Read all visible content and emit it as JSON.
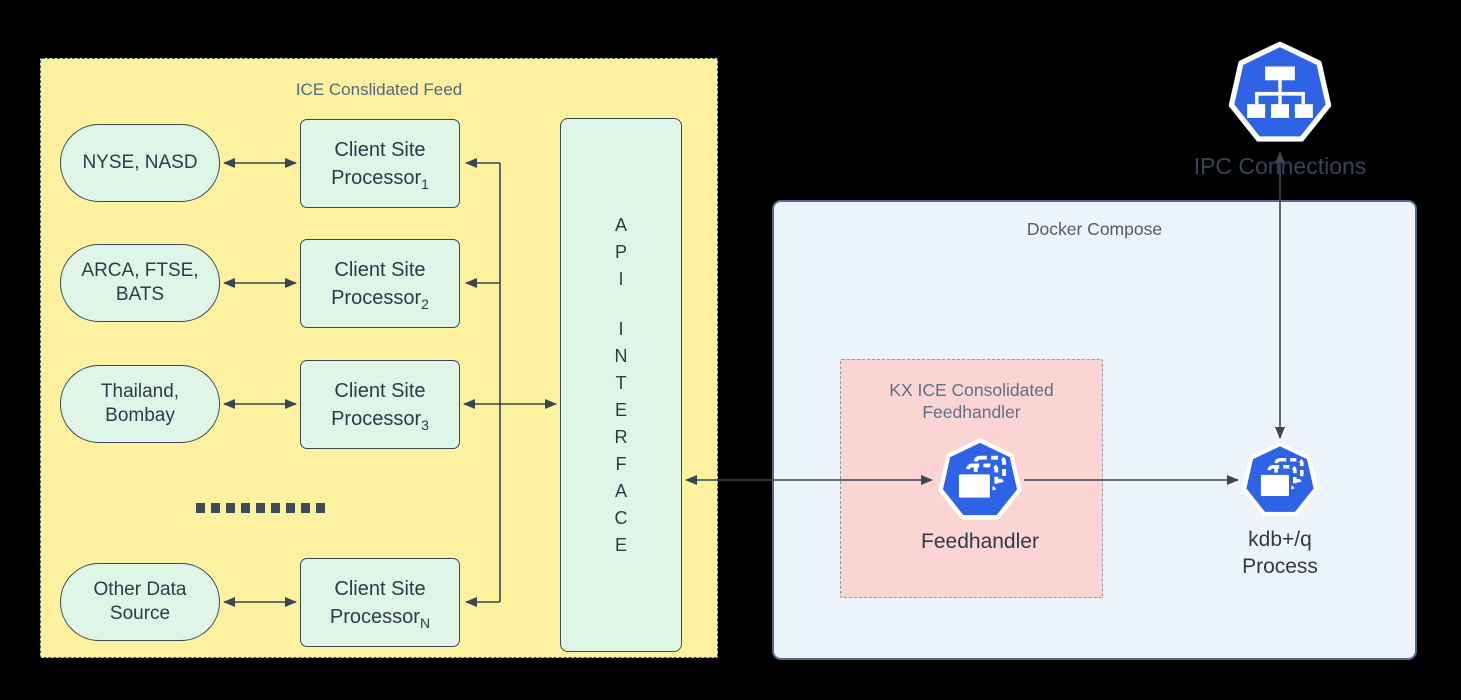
{
  "ice_feed": {
    "title": "ICE Conslidated Feed",
    "sources": [
      {
        "label": "NYSE, NASD"
      },
      {
        "label": "ARCA, FTSE, BATS"
      },
      {
        "label": "Thailand, Bombay"
      },
      {
        "label": "Other Data Source"
      }
    ],
    "processors": [
      {
        "line1": "Client Site",
        "line2": "Processor",
        "sub": "1"
      },
      {
        "line1": "Client Site",
        "line2": "Processor",
        "sub": "2"
      },
      {
        "line1": "Client Site",
        "line2": "Processor",
        "sub": "3"
      },
      {
        "line1": "Client Site",
        "line2": "Processor",
        "sub": "N"
      }
    ],
    "api_interface": {
      "letters": [
        "A",
        "P",
        "I",
        "I",
        "N",
        "T",
        "E",
        "R",
        "F",
        "A",
        "C",
        "E"
      ]
    }
  },
  "docker": {
    "title": "Docker Compose",
    "kx_feedhandler": {
      "title": "KX ICE Consolidated Feedhandler",
      "icon_label": "Feedhandler"
    },
    "kdb": {
      "label_line1": "kdb+/q",
      "label_line2": "Process"
    }
  },
  "ipc": {
    "label": "IPC Connections"
  },
  "colors": {
    "background": "#000000",
    "ice_fill": "#FBF19E",
    "node_fill": "#DEF5E8",
    "node_outline": "#3D4956",
    "arrow": "#3B4754",
    "docker_fill": "#EDF4FC",
    "docker_border": "#566B88",
    "kx_fill": "#FBD4D4",
    "kx_border": "#8E9BAD",
    "icon_blue": "#2E63E6",
    "text": "#2F3B49"
  }
}
